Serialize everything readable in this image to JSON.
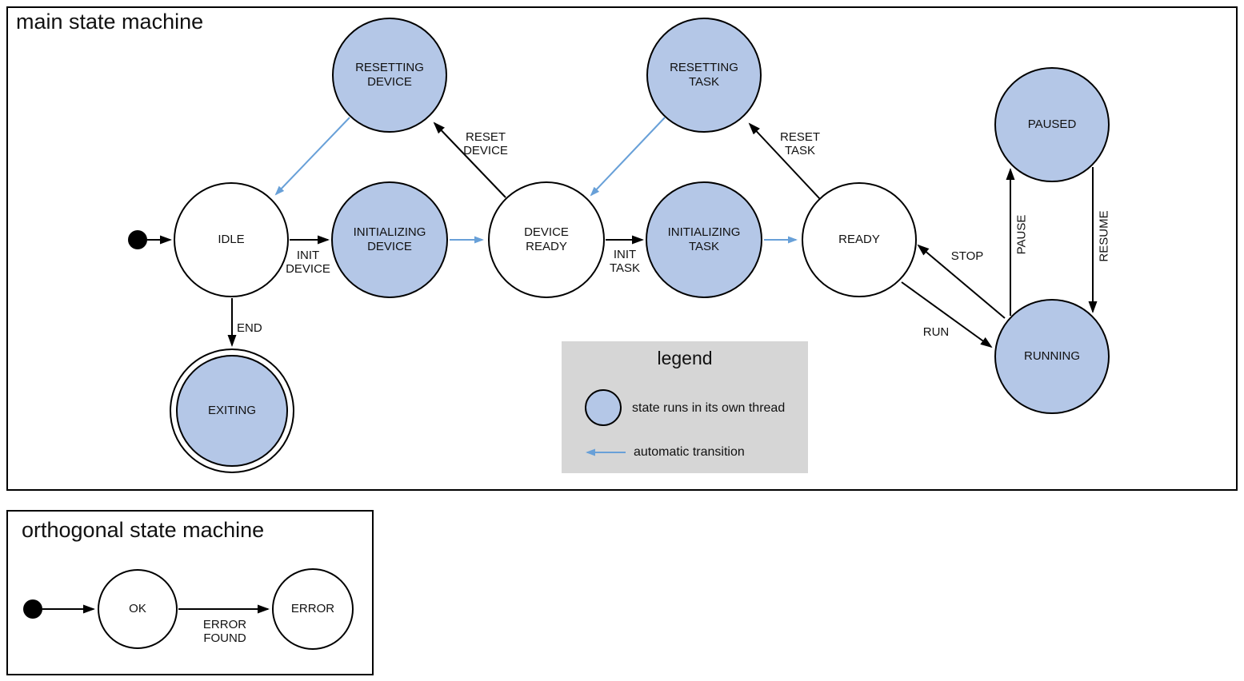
{
  "main": {
    "title": "main state machine",
    "states": {
      "resetting_device": "RESETTING\nDEVICE",
      "resetting_task": "RESETTING\nTASK",
      "paused": "PAUSED",
      "idle": "IDLE",
      "initializing_device": "INITIALIZING\nDEVICE",
      "device_ready": "DEVICE\nREADY",
      "initializing_task": "INITIALIZING\nTASK",
      "ready": "READY",
      "running": "RUNNING",
      "exiting": "EXITING"
    },
    "transitions": {
      "init_device": "INIT\nDEVICE",
      "reset_device": "RESET\nDEVICE",
      "init_task": "INIT\nTASK",
      "reset_task": "RESET\nTASK",
      "end": "END",
      "stop": "STOP",
      "run": "RUN",
      "pause": "PAUSE",
      "resume": "RESUME"
    }
  },
  "legend": {
    "title": "legend",
    "thread_state_label": "state runs in its own thread",
    "auto_transition_label": "automatic transition"
  },
  "ortho": {
    "title": "orthogonal state machine",
    "states": {
      "ok": "OK",
      "error": "ERROR"
    },
    "transitions": {
      "error_found": "ERROR\nFOUND"
    }
  },
  "colors": {
    "thread_state_fill": "#b4c7e7",
    "state_stroke": "#000000",
    "auto_transition_blue": "#68a0d8",
    "legend_background": "#d6d6d6"
  }
}
